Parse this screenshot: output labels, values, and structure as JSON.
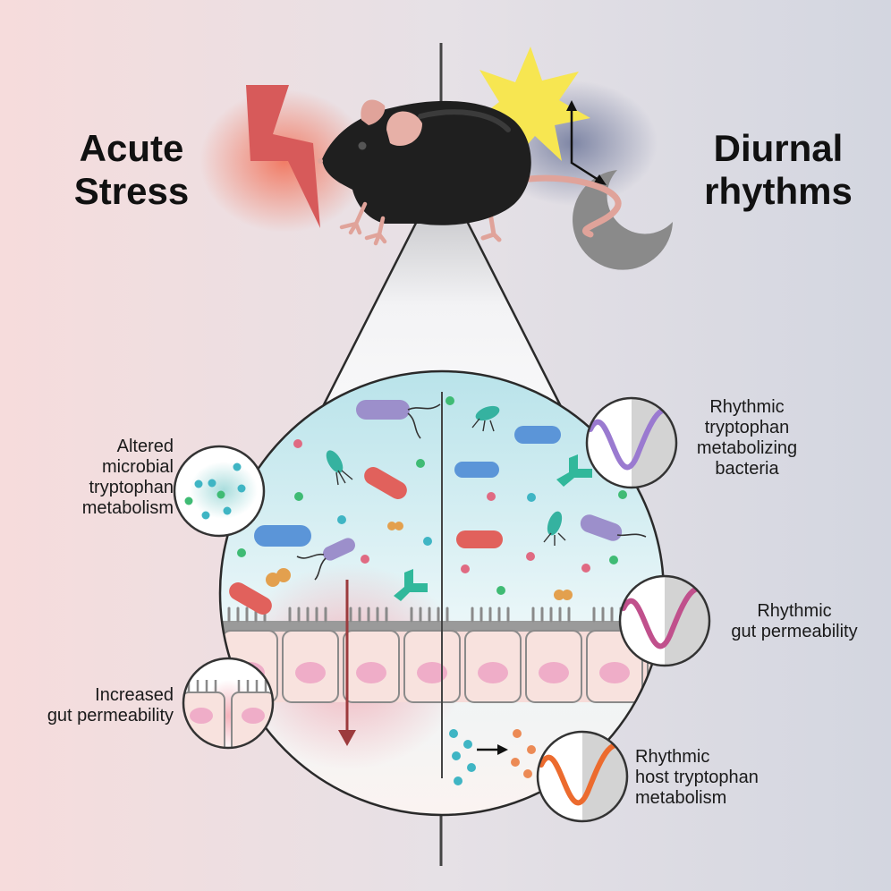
{
  "titles": {
    "left": [
      "Acute",
      "Stress"
    ],
    "right": [
      "Diurnal",
      "rhythms"
    ]
  },
  "labels": {
    "microbial": [
      "Altered",
      "microbial",
      "tryptophan",
      "metabolism"
    ],
    "permeability_left": [
      "Increased",
      "gut permeability"
    ],
    "bacteria_rhythm": [
      "Rhythmic",
      "tryptophan",
      "metabolizing",
      "bacteria"
    ],
    "gut_rhythm": [
      "Rhythmic",
      "gut permeability"
    ],
    "host_rhythm": [
      "Rhythmic",
      "host tryptophan",
      "metabolism"
    ]
  },
  "colors": {
    "stress_red": "#d75a5a",
    "sun_yellow": "#f7e651",
    "moon_gray": "#8a8a8a",
    "lumen_blue": "#c6e8ef",
    "wave_purple": "#9a7ad0",
    "wave_magenta": "#c0508c",
    "wave_orange": "#ec6b2e"
  },
  "icons": [
    "lightning-icon",
    "mouse-icon",
    "sun-icon",
    "moon-icon",
    "arrow-icon",
    "bacteria-icon",
    "sine-wave-icon"
  ]
}
